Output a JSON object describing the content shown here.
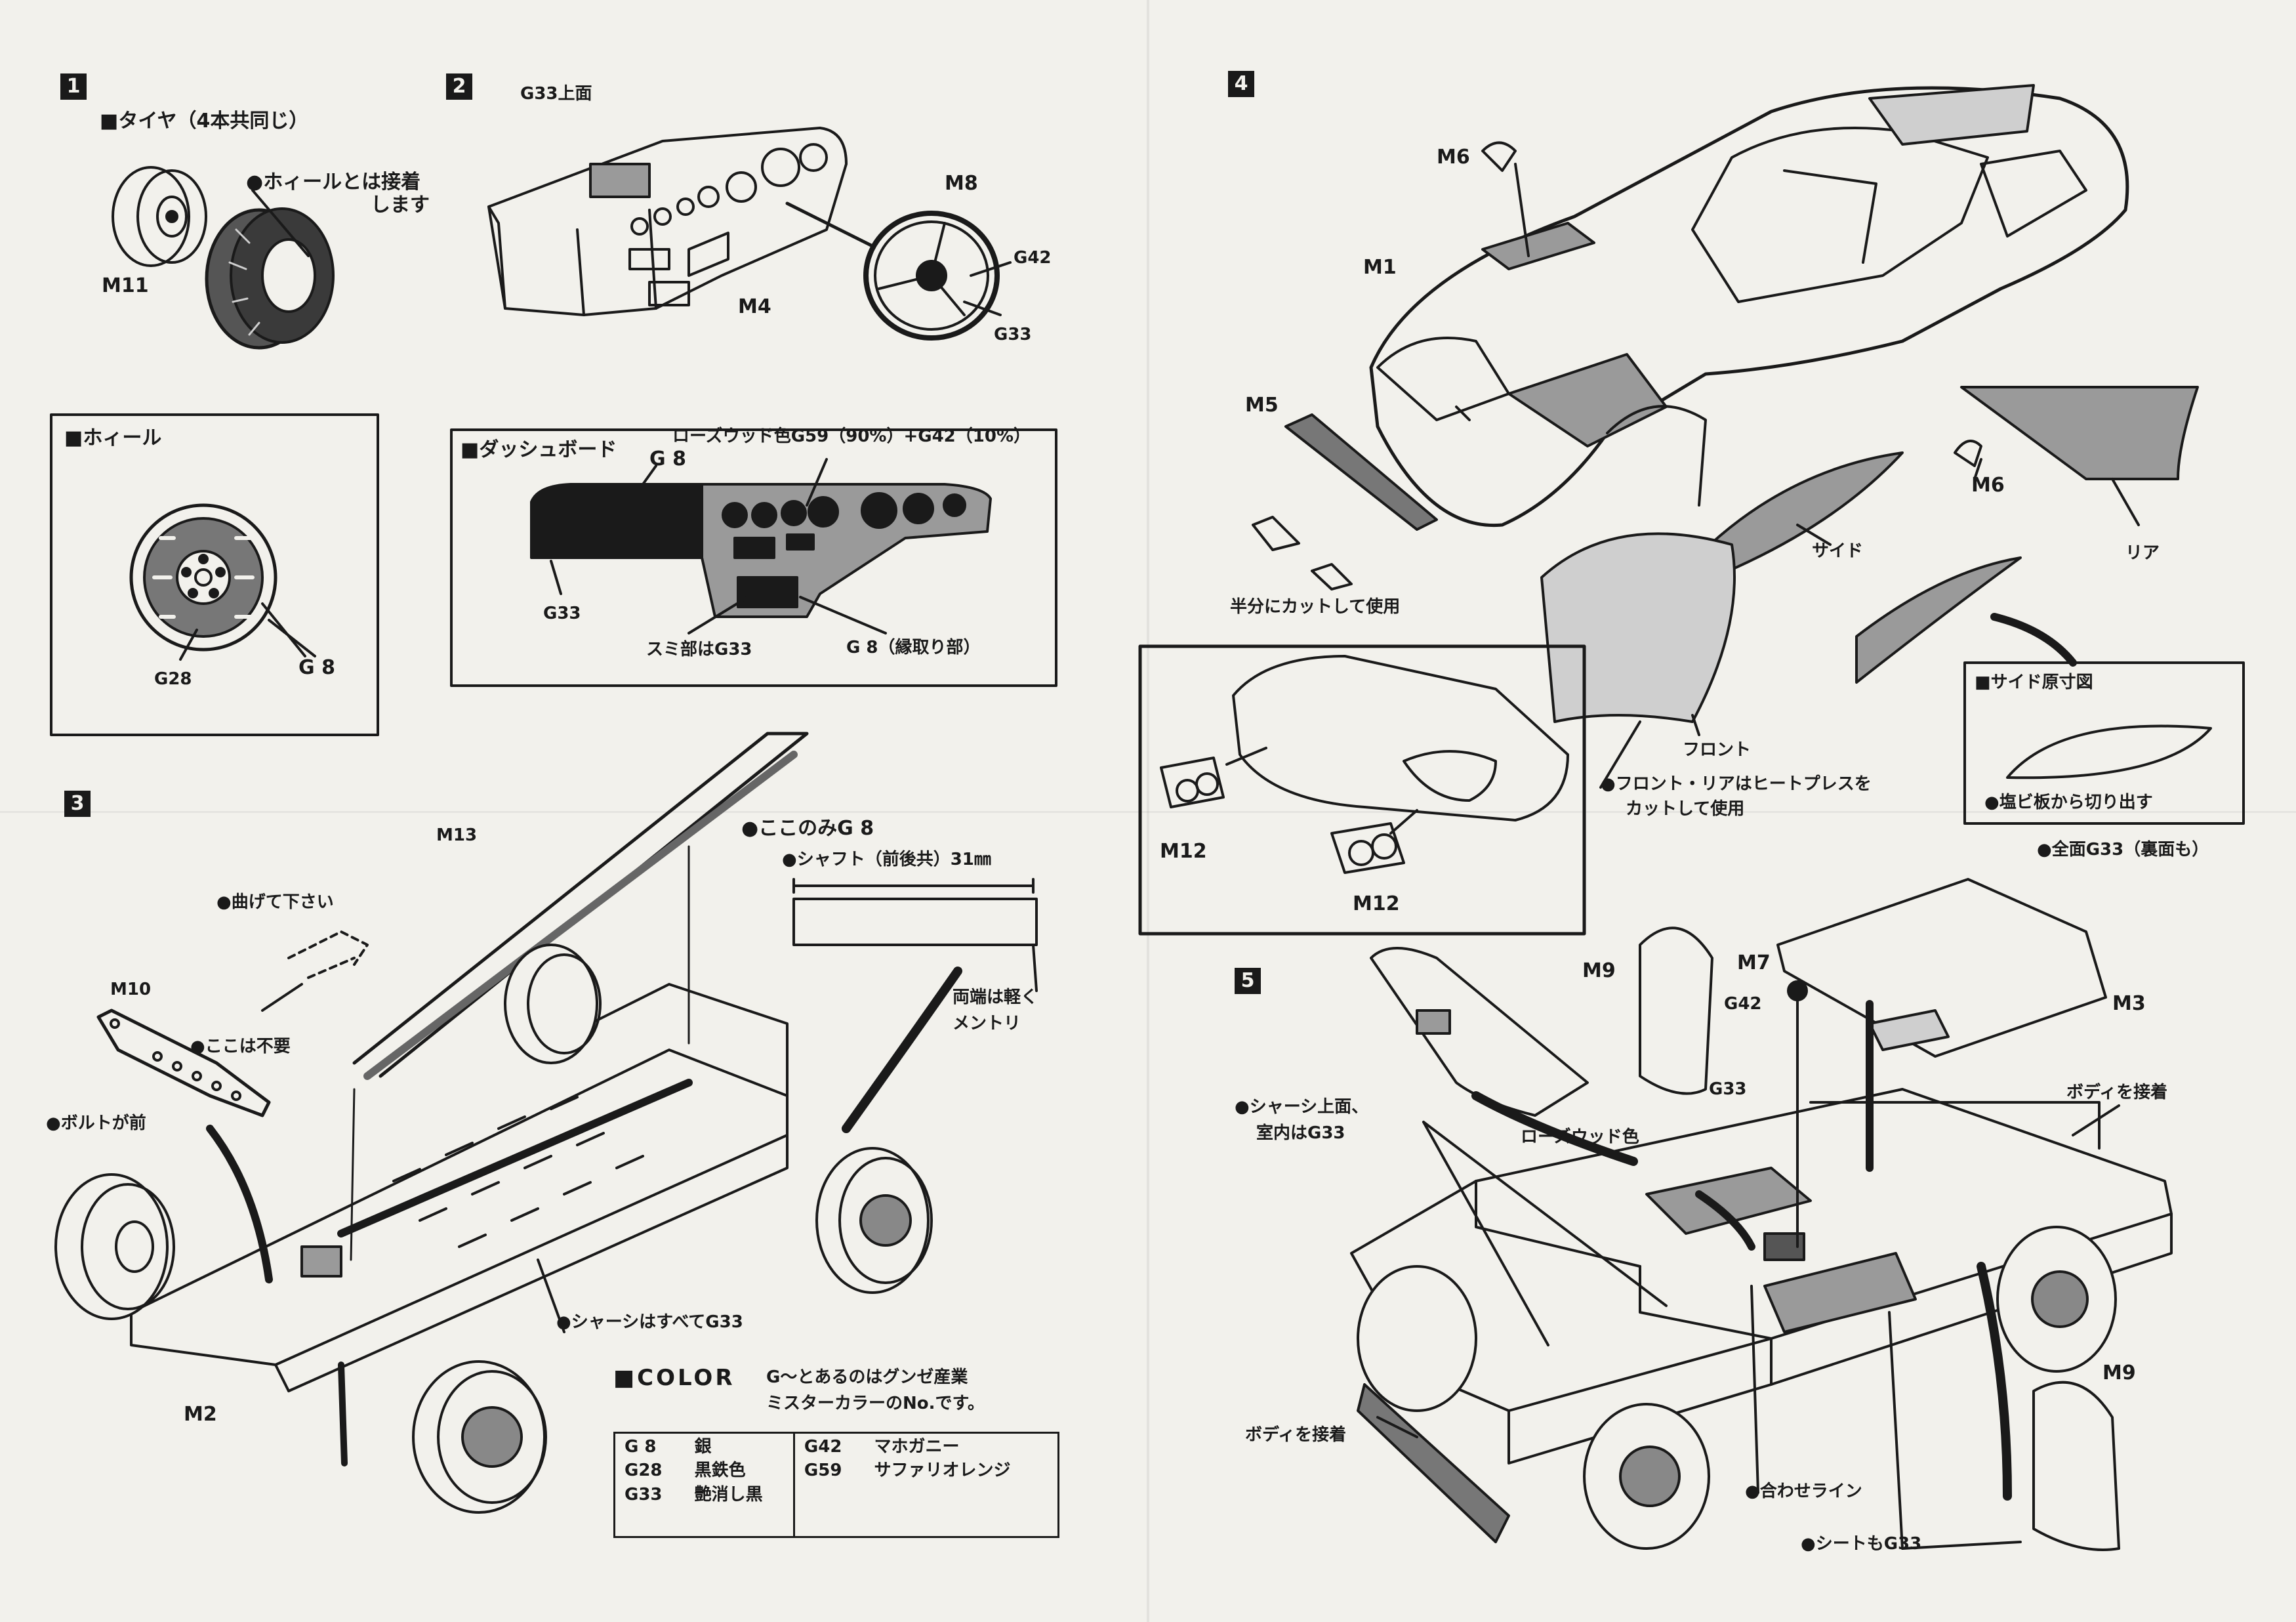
{
  "steps": {
    "s1": "1",
    "s2": "2",
    "s3": "3",
    "s4": "4",
    "s5": "5"
  },
  "step1": {
    "tire_heading": "タイヤ（4本共同じ）",
    "wheel_note_1": "ホィールとは接着",
    "wheel_note_2": "します",
    "part_m11": "M11",
    "wheel_box_heading": "ホィール",
    "g28": "G28",
    "g8": "G 8"
  },
  "step2": {
    "g33_top": "G33上面",
    "m8": "M8",
    "g42": "G42",
    "m4": "M4",
    "g33": "G33",
    "dash_heading": "ダッシュボード",
    "rosewood": "ローズウッド色G59（90%）+G42（10%）",
    "g8_label": "G 8",
    "g33_label": "G33",
    "sumi": "スミ部はG33",
    "g8_edge": "G 8（縁取り部）"
  },
  "step3": {
    "m13": "M13",
    "koko_g8": "ここのみG 8",
    "shaft": "シャフト（前後共）31㎜",
    "bend": "曲げて下さい",
    "m10": "M10",
    "not_needed": "ここは不要",
    "bolt_front": "ボルトが前",
    "ends_mentori_1": "両端は軽く",
    "ends_mentori_2": "メントリ",
    "chassis_g33": "シャーシはすべてG33",
    "m2": "M2"
  },
  "color": {
    "heading": "COLOR",
    "note_1": "G～とあるのはグンゼ産業",
    "note_2": "ミスターカラーのNo.です。",
    "col1_codes": [
      "G 8",
      "G28",
      "G33"
    ],
    "col1_names": [
      "銀",
      "黒鉄色",
      "艶消し黒"
    ],
    "col2_codes": [
      "G42",
      "G59"
    ],
    "col2_names": [
      "マホガニー",
      "サファリオレンジ"
    ]
  },
  "step4": {
    "m6_top": "M6",
    "m1": "M1",
    "m5": "M5",
    "m6_side": "M6",
    "half_cut": "半分にカットして使用",
    "side": "サイド",
    "rear": "リア",
    "front": "フロント",
    "m12_a": "M12",
    "m12_b": "M12",
    "front_rear_note_1": "フロント・リアはヒートプレスを",
    "front_rear_note_2": "カットして使用",
    "side_template_heading": "サイド原寸図",
    "side_template_note": "塩ビ板から切り出す"
  },
  "step5": {
    "m9_top": "M9",
    "m7": "M7",
    "g42": "G42",
    "g33": "G33",
    "all_g33": "全面G33（裏面も）",
    "m3": "M3",
    "glue_body_top": "ボディを接着",
    "chassis_top_1": "シャーシ上面、",
    "chassis_top_2": "室内はG33",
    "rosewood": "ローズウッド色",
    "glue_body_bottom": "ボディを接着",
    "align_line": "合わせライン",
    "seat_g33": "シートもG33",
    "m9_bottom": "M9"
  }
}
